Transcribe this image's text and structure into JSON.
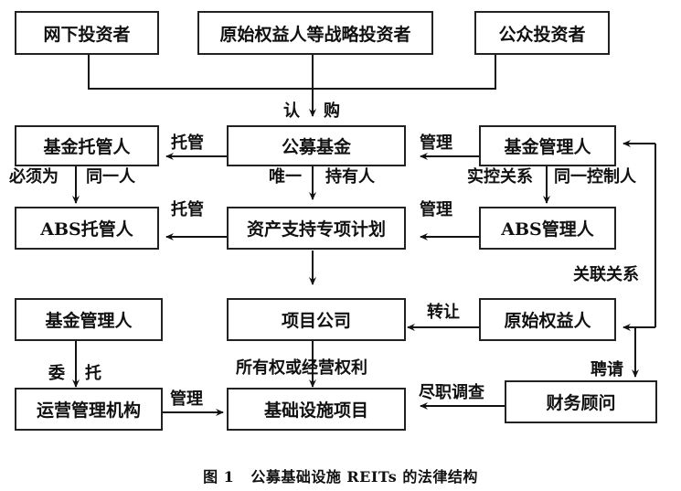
{
  "diagram": {
    "boxes": {
      "offline_investors": "网下投资者",
      "strategic_investors": "原始权益人等战略投资者",
      "public_investors": "公众投资者",
      "fund_custodian": "基金托管人",
      "public_fund": "公募基金",
      "fund_manager": "基金管理人",
      "abs_custodian": "ABS托管人",
      "abs_plan": "资产支持专项计划",
      "abs_manager": "ABS管理人",
      "fund_manager_2": "基金管理人",
      "project_company": "项目公司",
      "original_owner": "原始权益人",
      "operating_agency": "运营管理机构",
      "infrastructure_project": "基础设施项目",
      "financial_advisor": "财务顾问"
    },
    "labels": {
      "subscribe_left": "认",
      "subscribe_right": "购",
      "custody_1": "托管",
      "manage_1": "管理",
      "must_be": "必须为",
      "same_person": "同一人",
      "sole": "唯一",
      "holder": "持有人",
      "actual_control": "实控关系",
      "same_controller": "同一控制人",
      "custody_2": "托管",
      "manage_2": "管理",
      "related_relation": "关联关系",
      "transfer": "转让",
      "entrust_left": "委",
      "entrust_right": "托",
      "ownership": "所有权或经营权利",
      "hire": "聘请",
      "manage_3": "管理",
      "due_diligence": "尽职调查"
    }
  },
  "caption": {
    "number": "图 1",
    "title": "公募基础设施 REITs 的法律结构"
  }
}
